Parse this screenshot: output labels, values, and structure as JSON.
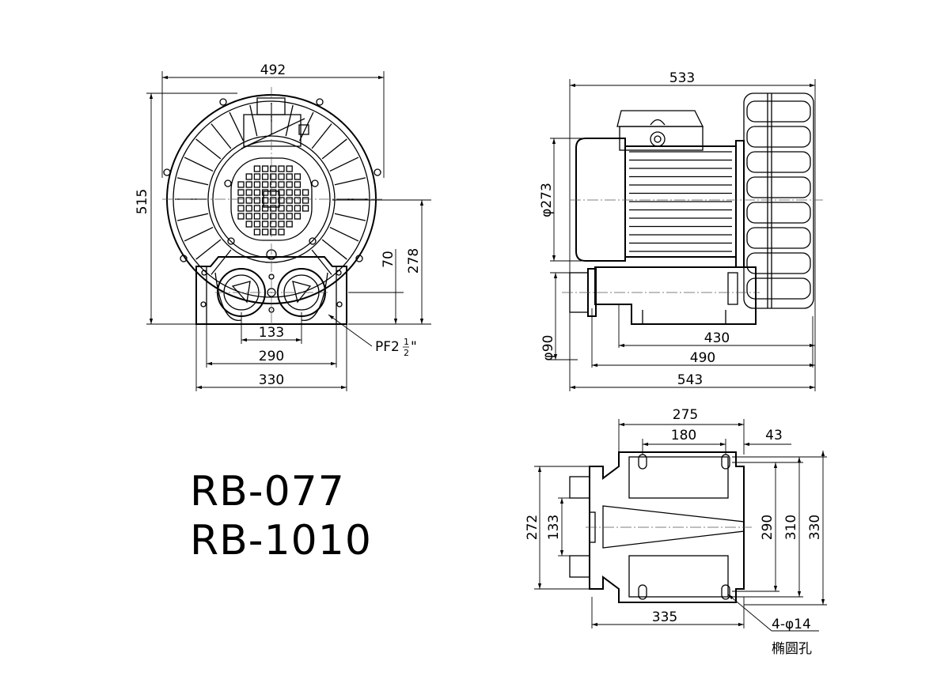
{
  "models": [
    "RB-077",
    "RB-1010"
  ],
  "front_view": {
    "width_top": "492",
    "height_left": "515",
    "dim_70": "70",
    "dim_278": "278",
    "dim_133": "133",
    "dim_290": "290",
    "dim_330": "330",
    "port_label": "PF2",
    "port_frac_num": "1",
    "port_frac_den": "2",
    "port_quote": "\""
  },
  "side_view": {
    "length_top": "533",
    "motor_dia": "φ273",
    "port_dia": "φ90",
    "dim_430": "430",
    "dim_490": "490",
    "dim_543": "543"
  },
  "base_view": {
    "dim_275": "275",
    "dim_180": "180",
    "dim_43": "43",
    "dim_272": "272",
    "dim_133": "133",
    "dim_290": "290",
    "dim_310": "310",
    "dim_330": "330",
    "dim_335": "335",
    "hole_spec": "4-φ14",
    "hole_note": "椭圆孔"
  }
}
